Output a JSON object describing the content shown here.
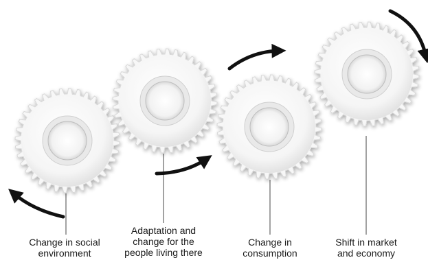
{
  "gears": [
    {
      "id": "social-environment",
      "label": "Change in social\nenvironment",
      "rotation": "counterclockwise"
    },
    {
      "id": "adaptation",
      "label": "Adaptation and\nchange for the\npeople living there",
      "rotation": "clockwise"
    },
    {
      "id": "consumption",
      "label": "Change in\nconsumption",
      "rotation": "clockwise"
    },
    {
      "id": "market-economy",
      "label": "Shift in market\nand economy",
      "rotation": "counterclockwise"
    }
  ],
  "colors": {
    "gear_face": "#f7f7f7",
    "gear_edge": "#d8d8d8",
    "hub_ring": "#e9e9e9",
    "arrow": "#111111",
    "leader_line": "#444444",
    "label_text": "#1a1a1a"
  },
  "icons": {
    "gear": "cog-wheel-icon",
    "rotation_arrow": "curved-arrow-icon"
  }
}
